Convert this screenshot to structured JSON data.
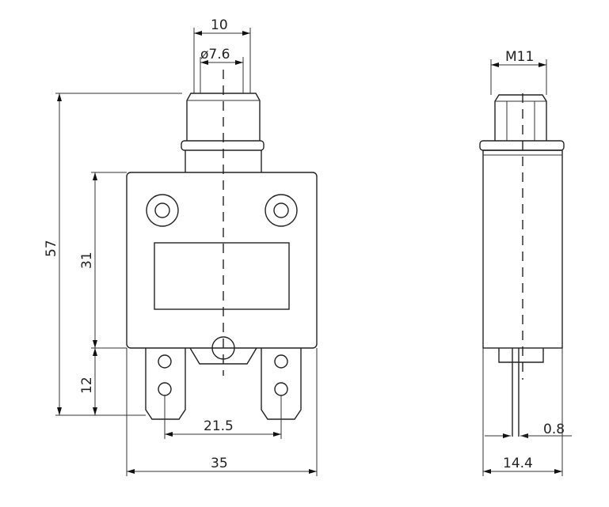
{
  "drawing": {
    "front_view": {
      "dim_width_button_outer": "10",
      "dim_button_diameter": "ø7.6",
      "dim_total_height": "57",
      "dim_body_height": "31",
      "dim_terminal_height": "12",
      "dim_terminal_spacing": "21.5",
      "dim_body_width": "35"
    },
    "side_view": {
      "dim_thread": "M11",
      "dim_pin_thickness": "0.8",
      "dim_body_depth": "14.4"
    },
    "line_color": "#222222"
  }
}
